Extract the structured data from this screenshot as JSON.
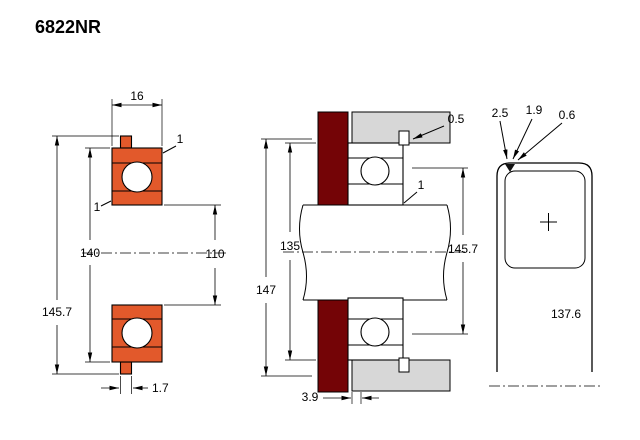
{
  "title": "6822NR",
  "colors": {
    "ring_fill": "#e2592b",
    "section_fill": "#740406",
    "housing_fill": "#d7d7d7",
    "line": "#000000",
    "background": "#ffffff"
  },
  "views": {
    "left_section": {
      "dims": {
        "width": "16",
        "chamfer_top": "1",
        "chamfer_bore": "1",
        "outer_dia": "140",
        "bore_dia": "110",
        "snap_ring_dia": "145.7",
        "snap_ring_width": "1.7"
      }
    },
    "middle_mounted": {
      "dims": {
        "abutment_dia": "135",
        "housing_dia": "147",
        "chamfer": "1",
        "snap_ring_dia": "145.7",
        "groove_width": "3.9",
        "side_gap": "0.5"
      }
    },
    "right_detail": {
      "dims": {
        "groove_depth": "2.5",
        "ring_thickness": "1.9",
        "edge_gap": "0.6",
        "groove_dia": "137.6"
      }
    }
  }
}
